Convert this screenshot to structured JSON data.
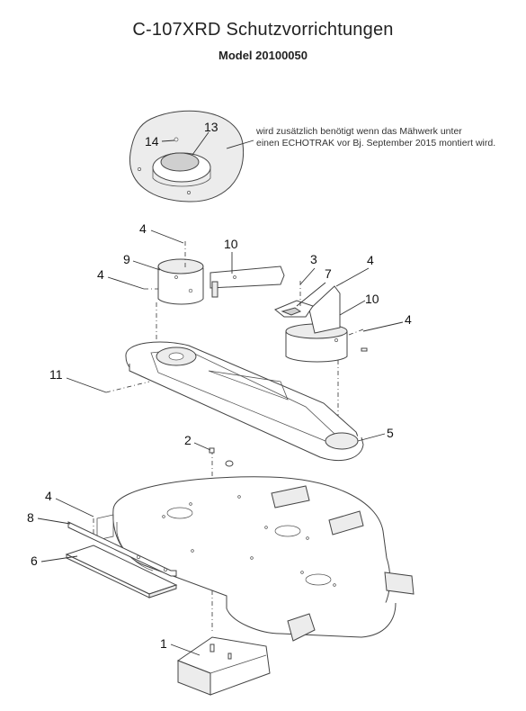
{
  "header": {
    "title": "C-107XRD Schutzvorrichtungen",
    "model": "Model 20100050"
  },
  "note": {
    "line1": "wird zusätzlich benötigt wenn das Mähwerk unter",
    "line2": "einen ECHOTRAK vor Bj. September 2015 montiert wird."
  },
  "callouts": {
    "c1": "1",
    "c2": "2",
    "c3": "3",
    "c4a": "4",
    "c4b": "4",
    "c4c": "4",
    "c4d": "4",
    "c4e": "4",
    "c5": "5",
    "c6": "6",
    "c7": "7",
    "c8": "8",
    "c9": "9",
    "c10a": "10",
    "c10b": "10",
    "c11": "11",
    "c13": "13",
    "c14": "14"
  }
}
